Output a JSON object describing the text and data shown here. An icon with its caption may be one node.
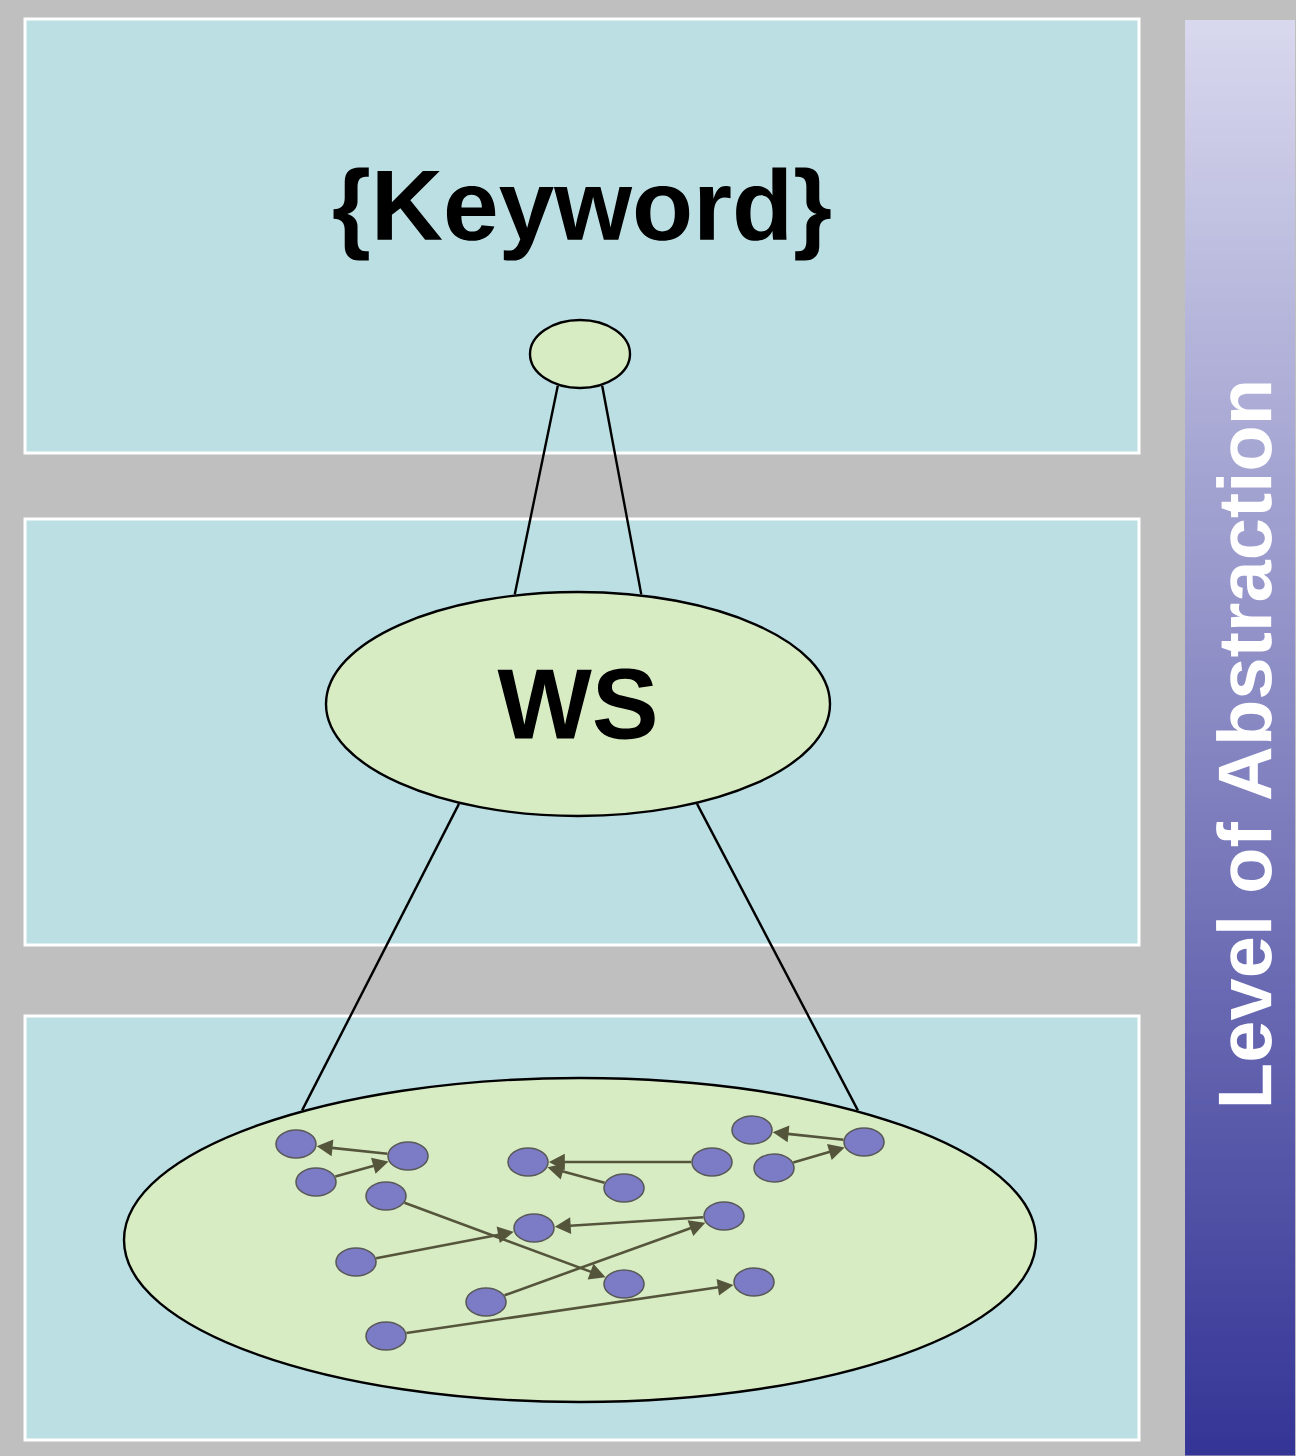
{
  "diagram": {
    "nodes": [
      {
        "text": [
          "{Keyword}"
        ]
      },
      {
        "text": [],
        "shape": "ellipse",
        "in": 0
      },
      {
        "text": [],
        "shape": "box"
      },
      {
        "text": [
          "WS"
        ],
        "in": 2
      },
      {
        "text": [],
        "shape": "box"
      },
      {
        "text": [],
        "shape": "ellipse",
        "in": 4
      },
      {
        "text": [],
        "shape": "circle",
        "in": 5
      },
      {
        "text": [],
        "shape": "circle",
        "in": 5
      },
      {
        "text": [],
        "shape": "circle",
        "in": 5
      },
      {
        "text": [],
        "shape": "circle",
        "in": 5
      },
      {
        "text": [],
        "shape": "circle",
        "in": 5
      },
      {
        "text": [],
        "shape": "circle",
        "in": 5
      },
      {
        "text": [],
        "shape": "circle",
        "in": 5
      },
      {
        "text": [],
        "shape": "circle",
        "in": 5
      },
      {
        "text": [],
        "shape": "circle",
        "in": 5
      },
      {
        "text": [],
        "shape": "circle",
        "in": 5
      },
      {
        "text": [],
        "shape": "circle",
        "in": 5
      },
      {
        "text": [],
        "shape": "circle",
        "in": 5
      },
      {
        "text": [],
        "shape": "circle",
        "in": 5
      },
      {
        "text": [],
        "shape": "circle",
        "in": 5
      },
      {
        "text": [],
        "shape": "circle",
        "in": 5
      },
      {
        "text": [],
        "shape": "circle",
        "in": 5
      },
      {
        "text": [],
        "shape": "circle",
        "in": 5
      },
      {
        "text": [
          "Level of Abstraction"
        ]
      }
    ],
    "edges": [
      {
        "from": 1,
        "to": 3,
        "arrow": "none"
      },
      {
        "from": 1,
        "to": 3,
        "arrow": "none"
      },
      {
        "from": 3,
        "to": 5,
        "arrow": "none"
      },
      {
        "from": 3,
        "to": 5,
        "arrow": "none"
      },
      {
        "from": 11,
        "to": 6,
        "arrow": "to"
      },
      {
        "from": 7,
        "to": 11,
        "arrow": "to"
      },
      {
        "from": 17,
        "to": 13,
        "arrow": "to"
      },
      {
        "from": 15,
        "to": 13,
        "arrow": "to"
      },
      {
        "from": 21,
        "to": 22,
        "arrow": "to"
      },
      {
        "from": 22,
        "to": 19,
        "arrow": "to"
      },
      {
        "from": 8,
        "to": 14,
        "arrow": "to"
      },
      {
        "from": 9,
        "to": 16,
        "arrow": "to"
      },
      {
        "from": 18,
        "to": 14,
        "arrow": "to"
      },
      {
        "from": 12,
        "to": 18,
        "arrow": "to"
      },
      {
        "from": 10,
        "to": 20,
        "arrow": "to"
      }
    ]
  }
}
